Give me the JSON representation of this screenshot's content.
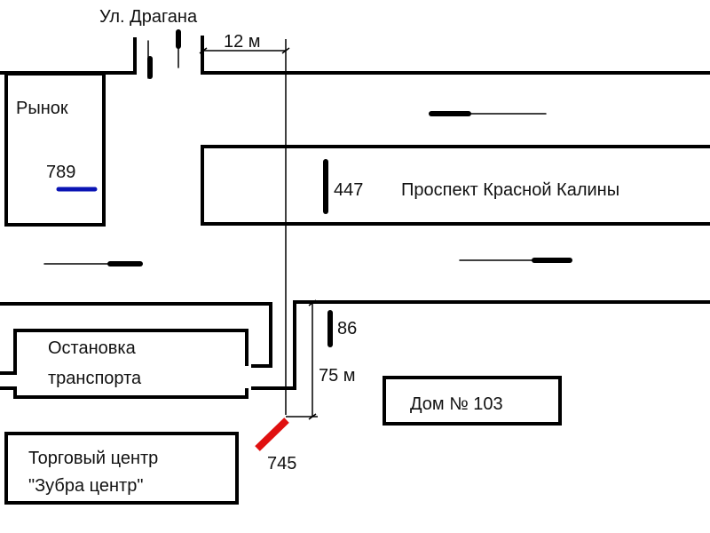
{
  "streets": {
    "dragana": "Ул. Драгана",
    "prospect": "Проспект Красной Калины"
  },
  "buildings": {
    "market": "Рынок",
    "stop_line1": "Остановка",
    "stop_line2": "транспорта",
    "house": "Дом № 103",
    "mall_line1": "Торговый центр",
    "mall_line2": "\"Зубра центр\""
  },
  "dimensions": {
    "width_12": "12 м",
    "length_75": "75 м"
  },
  "markers": {
    "m789": "789",
    "m447": "447",
    "m86": "86",
    "m745": "745"
  },
  "colors": {
    "line": "#000000",
    "marker_789": "#0a14b4",
    "marker_745": "#e01010"
  }
}
